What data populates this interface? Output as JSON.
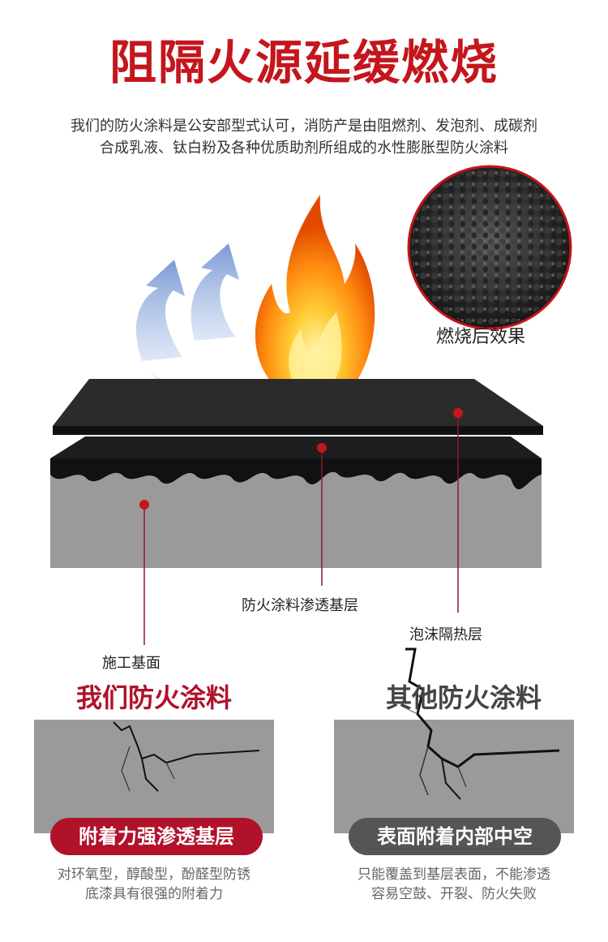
{
  "header": {
    "title": "阻隔火源延缓燃烧",
    "intro_line1": "我们的防火涂料是公安部型式认可，消防产是由阻燃剂、发泡剂、成碳剂",
    "intro_line2": "合成乳液、钛白粉及各种优质助剂所组成的水性膨胀型防火涂料"
  },
  "diagram": {
    "burn_effect_label": "燃烧后效果",
    "label_penetration": "防火涂料渗透基层",
    "label_foam": "泡沫隔热层",
    "label_base": "施工基面"
  },
  "compare": {
    "ours": {
      "title": "我们防火涂料",
      "badge": "附着力强渗透基层",
      "desc_line1": "对环氧型，醇酸型，酚醛型防锈",
      "desc_line2": "底漆具有很强的附着力"
    },
    "others": {
      "title": "其他防火涂料",
      "badge": "表面附着内部中空",
      "desc_line1": "只能覆盖到基层表面，不能渗透",
      "desc_line2": "容易空鼓、开裂、防火失败"
    }
  },
  "colors": {
    "brand_red": "#c4161c",
    "pill_red": "#b0122a",
    "pill_gray": "#555555",
    "substrate_gray": "#9a9a9a"
  }
}
